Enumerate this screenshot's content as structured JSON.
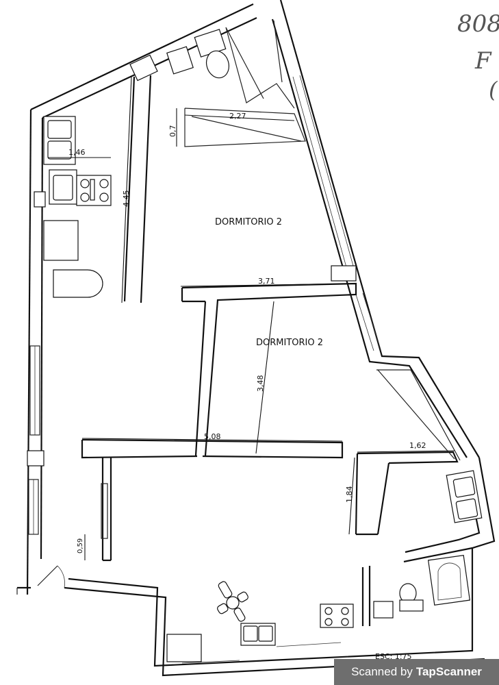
{
  "rooms": {
    "upper_label": "DORMITORIO 2",
    "lower_label": "DORMITORIO 2"
  },
  "dimensions": {
    "d_227": "2,27",
    "d_07": "0,7",
    "d_146": "1,46",
    "d_445": "4,45",
    "d_371": "3,71",
    "d_348": "3,48",
    "d_508": "5,08",
    "d_162": "1,62",
    "d_184": "1,84",
    "d_059": "0,59"
  },
  "scale_note": "ESC: 1:75",
  "handwriting": [
    "808",
    "F",
    "("
  ],
  "watermark": {
    "prefix": "Scanned by",
    "brand": "TapScanner"
  }
}
